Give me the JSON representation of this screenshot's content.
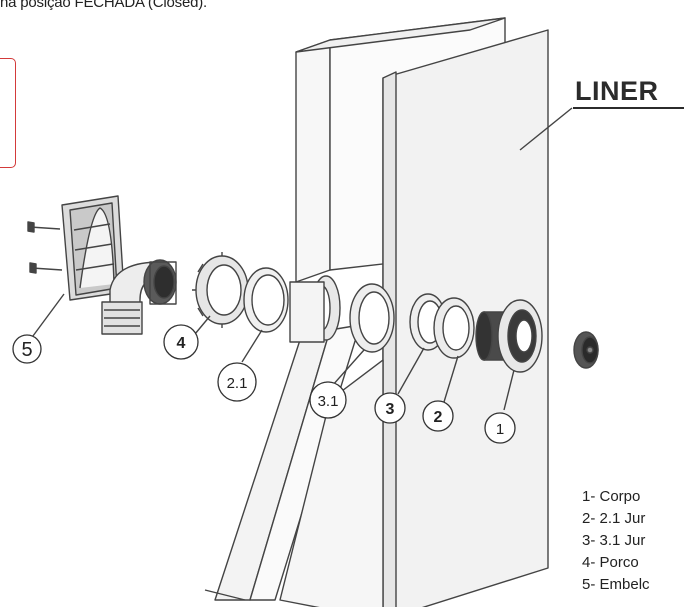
{
  "header_text": "na posição FECHADA (Closed).",
  "liner_label": "LINER",
  "callouts": {
    "c1": "1",
    "c2": "2",
    "c3": "3",
    "c4": "4",
    "c5": "5",
    "c21": "2.1",
    "c31": "3.1"
  },
  "legend": [
    "1- Corpo",
    "2- 2.1 Jur",
    "3- 3.1 Jur",
    "4- Porco",
    "5- Embelc"
  ],
  "colors": {
    "accent_box": "#d33a3a",
    "line": "#444444",
    "panel_fill": "#f2f2f2"
  }
}
